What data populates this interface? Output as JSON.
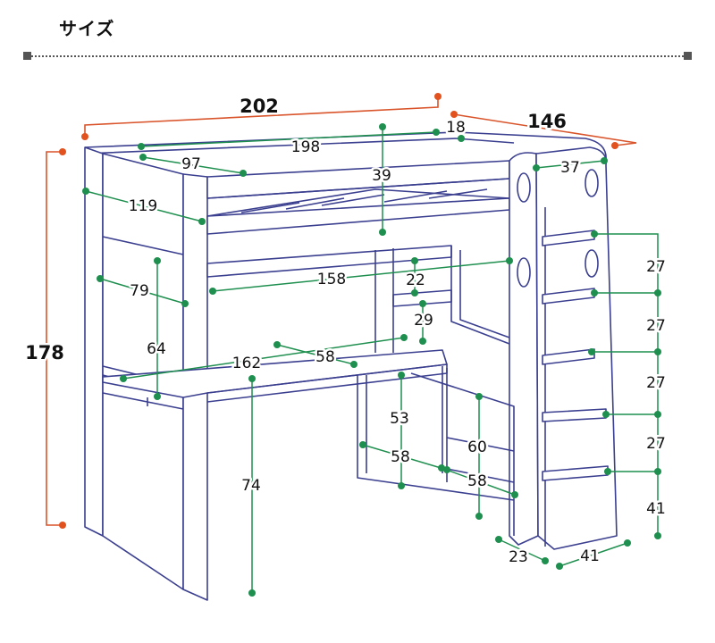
{
  "header": {
    "title": "サイズ"
  },
  "dimensions": {
    "total_width": "202",
    "total_depth": "146",
    "total_height": "178",
    "inner_width": "198",
    "guard_height": "18",
    "mattress_depth": "97",
    "ladder_gap": "37",
    "bed_surface_height": "39",
    "side_height": "119",
    "beam_span": "158",
    "upper_opening": "79",
    "shelf_small": "22",
    "side_shelf_height": "64",
    "shelf_gap": "29",
    "desk_width": "162",
    "desk_depth": "58",
    "rack_height": "53",
    "rack_depth": "58",
    "rack_height_right": "60",
    "rack_shelf_depth": "58",
    "desk_height": "74",
    "step_1": "27",
    "step_2": "27",
    "step_3": "27",
    "step_4": "27",
    "step_bottom": "41",
    "ladder_foot": "23",
    "ladder_depth": "41"
  },
  "colors": {
    "outline": "#3b3f8f",
    "overall_dimension": "#d9542a",
    "part_dimension": "#1e8f4e"
  }
}
